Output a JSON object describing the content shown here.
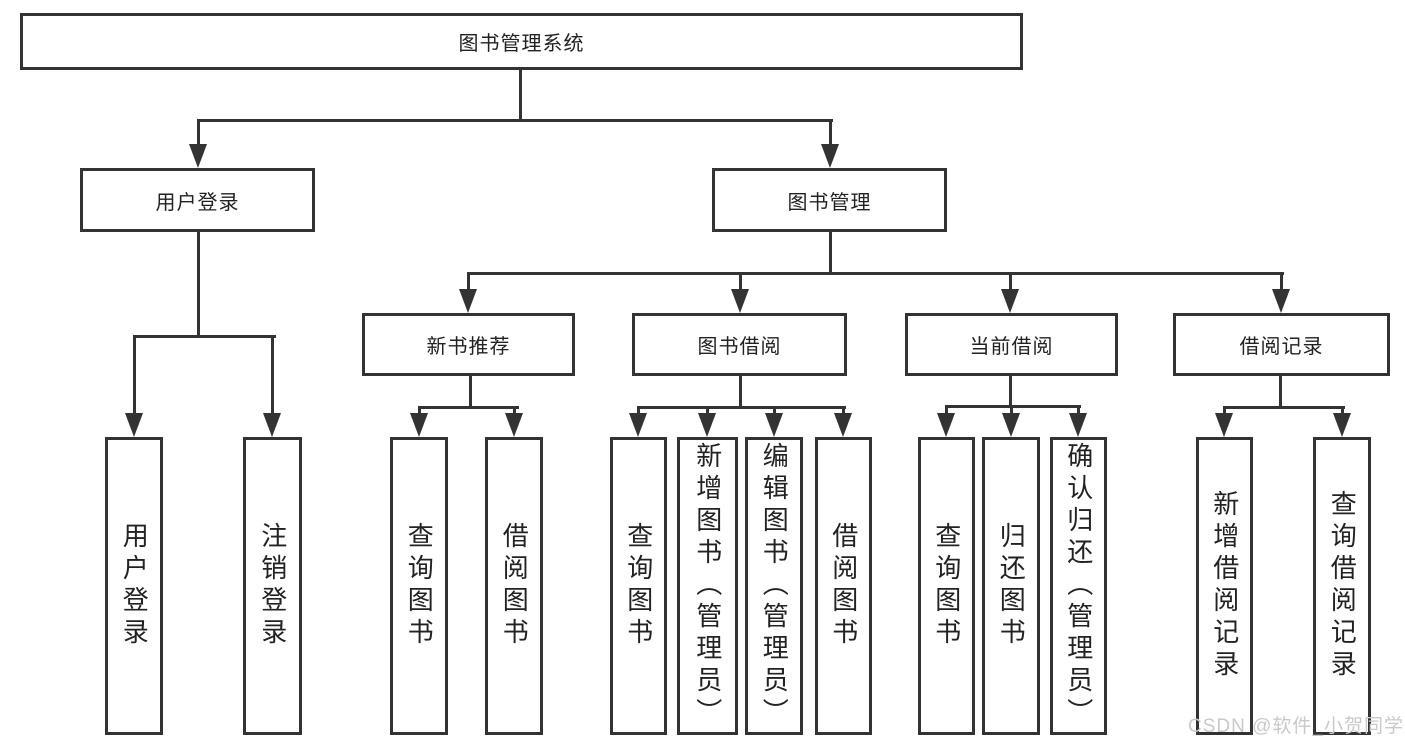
{
  "diagram_title": "图书管理系统",
  "tree": {
    "root": {
      "label": "图书管理系统",
      "children": [
        {
          "label": "用户登录",
          "children": [
            {
              "label": "用户登录"
            },
            {
              "label": "注销登录"
            }
          ]
        },
        {
          "label": "图书管理",
          "children": [
            {
              "label": "新书推荐",
              "children": [
                {
                  "label": "查询图书"
                },
                {
                  "label": "借阅图书"
                }
              ]
            },
            {
              "label": "图书借阅",
              "children": [
                {
                  "label": "查询图书"
                },
                {
                  "label": "新增图书（管理员）"
                },
                {
                  "label": "编辑图书（管理员）"
                },
                {
                  "label": "借阅图书"
                }
              ]
            },
            {
              "label": "当前借阅",
              "children": [
                {
                  "label": "查询图书"
                },
                {
                  "label": "归还图书"
                },
                {
                  "label": "确认归还（管理员）"
                }
              ]
            },
            {
              "label": "借阅记录",
              "children": [
                {
                  "label": "新增借阅记录"
                },
                {
                  "label": "查询借阅记录"
                }
              ]
            }
          ]
        }
      ]
    }
  },
  "watermark": {
    "text": "CSDN @软件_小贺同学"
  },
  "colors": {
    "background": "#ffffff",
    "line": "#333333",
    "text": "#222222",
    "watermark": "#c9c9c9"
  }
}
